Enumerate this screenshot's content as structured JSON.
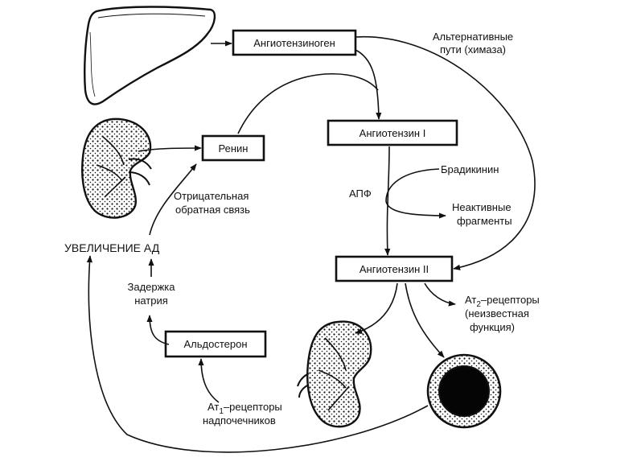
{
  "nodes": {
    "angiotensinogen": "Ангиотензиноген",
    "angiotensin1": "Ангиотензин I",
    "angiotensin2": "Ангиотензин II",
    "renin": "Ренин",
    "aldosterone": "Альдостерон"
  },
  "labels": {
    "alt_paths_line1": "Альтернативные",
    "alt_paths_line2": "пути (химаза)",
    "ace": "АПФ",
    "bradykinin": "Брадикинин",
    "inactive_line1": "Неактивные",
    "inactive_line2": "фрагменты",
    "neg_feedback_line1": "Отрицательная",
    "neg_feedback_line2": "обратная связь",
    "bp_increase": "УВЕЛИЧЕНИЕ АД",
    "sodium_line1": "Задержка",
    "sodium_line2": "натрия",
    "at2_line1_pre": "Ат",
    "at2_sub": "2",
    "at2_line1_post": "–рецепторы",
    "at2_line2": "(неизвестная",
    "at2_line3": "функция)",
    "at1_line1_pre": "Ат",
    "at1_sub": "1",
    "at1_line1_post": "–рецепторы",
    "at1_line2": "надпочечников"
  },
  "icons": {
    "liver": "liver-icon",
    "kidney_top": "kidney-icon",
    "kidney_bottom": "kidney-icon",
    "vessel": "blood-vessel-icon"
  }
}
